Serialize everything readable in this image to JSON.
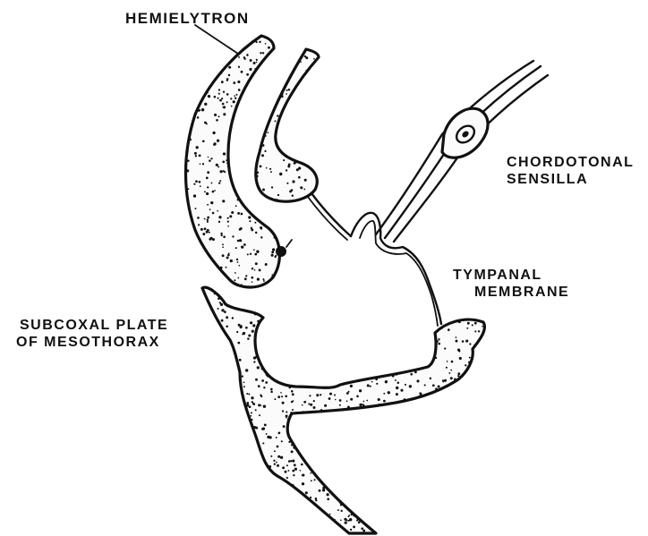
{
  "labels": {
    "hemielytron": "HEMIELYTRON",
    "chordotonal_line1": "CHORDOTONAL",
    "chordotonal_line2": "SENSILLA",
    "tympanal_line1": "TYMPANAL",
    "tympanal_line2": "MEMBRANE",
    "subcoxal_line1": "SUBCOXAL  PLATE",
    "subcoxal_line2": "OF  MESOTHORAX"
  },
  "colors": {
    "ink": "#111111",
    "fill": "#fbfbfb",
    "background": "#ffffff"
  }
}
